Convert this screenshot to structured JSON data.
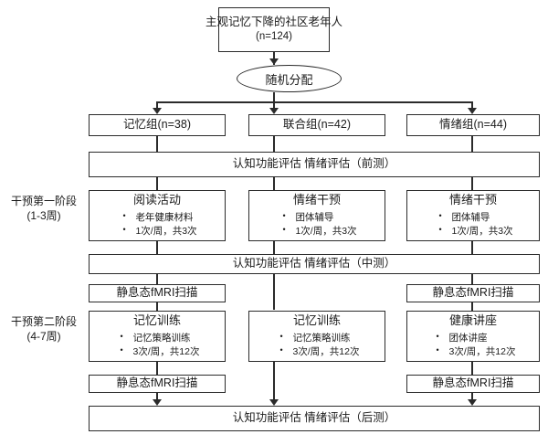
{
  "diagram": {
    "title_box": {
      "line1": "主观记忆下降的社区老年人",
      "line2": "(n=124)"
    },
    "allocation": {
      "label": "随机分配"
    },
    "groups": [
      {
        "label": "记忆组(n=38)"
      },
      {
        "label": "联合组(n=42)"
      },
      {
        "label": "情绪组(n=44)"
      }
    ],
    "assessments": {
      "pre": "认知功能评估 情绪评估（前测）",
      "mid": "认知功能评估 情绪评估（中测）",
      "post": "认知功能评估 情绪评估（后测）"
    },
    "phase_labels": [
      {
        "line1": "干预第一阶段",
        "line2": "(1-3周)"
      },
      {
        "line1": "干预第二阶段",
        "line2": "(4-7周)"
      }
    ],
    "phase1": [
      {
        "head": "阅读活动",
        "bullets": [
          "老年健康材料",
          "1次/周，共3次"
        ]
      },
      {
        "head": "情绪干预",
        "bullets": [
          "团体辅导",
          "1次/周，共3次"
        ]
      },
      {
        "head": "情绪干预",
        "bullets": [
          "团体辅导",
          "1次/周，共3次"
        ]
      }
    ],
    "phase2": [
      {
        "head": "记忆训练",
        "bullets": [
          "记忆策略训练",
          "3次/周，共12次"
        ]
      },
      {
        "head": "记忆训练",
        "bullets": [
          "记忆策略训练",
          "3次/周，共12次"
        ]
      },
      {
        "head": "健康讲座",
        "bullets": [
          "团体讲座",
          "3次/周，共12次"
        ]
      }
    ],
    "fmri": {
      "label": "静息态fMRI扫描"
    },
    "colors": {
      "border": "#2b2b2b",
      "background": "#ffffff",
      "text": "#1a1a1a"
    }
  }
}
